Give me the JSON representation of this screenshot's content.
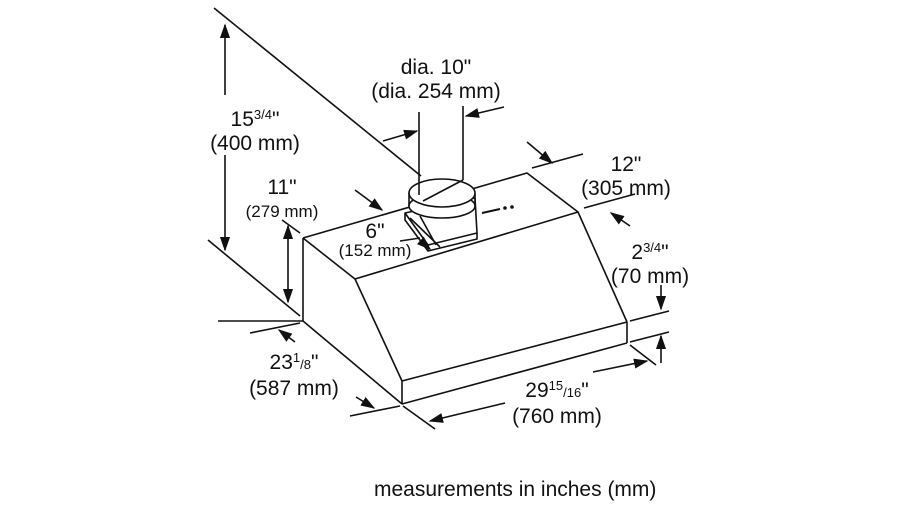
{
  "diagram": {
    "type": "technical dimension drawing",
    "subject": "under-cabinet range hood",
    "caption": "measurements in inches (mm)",
    "stroke_color": "#111111",
    "background": "#ffffff"
  },
  "dimensions": {
    "duct_diameter": {
      "inch": "dia. 10\"",
      "mm": "(dia. 254 mm)"
    },
    "overall_height": {
      "inch_whole": "15",
      "inch_frac": "3/4",
      "inch_suffix": "\"",
      "mm": "(400 mm)"
    },
    "back_height": {
      "inch": "11\"",
      "mm": "(279 mm)"
    },
    "duct_offset": {
      "inch": "6\"",
      "mm": "(152 mm)"
    },
    "top_depth": {
      "inch": "12\"",
      "mm": "(305 mm)"
    },
    "front_height": {
      "inch_whole": "2",
      "inch_frac": "3/4",
      "inch_suffix": "\"",
      "mm": "(70 mm)"
    },
    "depth": {
      "inch_whole": "23",
      "frac_num": "1",
      "frac_den": "8",
      "inch_suffix": "\"",
      "mm": "(587 mm)"
    },
    "width": {
      "inch_whole": "29",
      "frac_num": "15",
      "frac_den": "16",
      "inch_suffix": "\"",
      "mm": "(760 mm)"
    }
  }
}
